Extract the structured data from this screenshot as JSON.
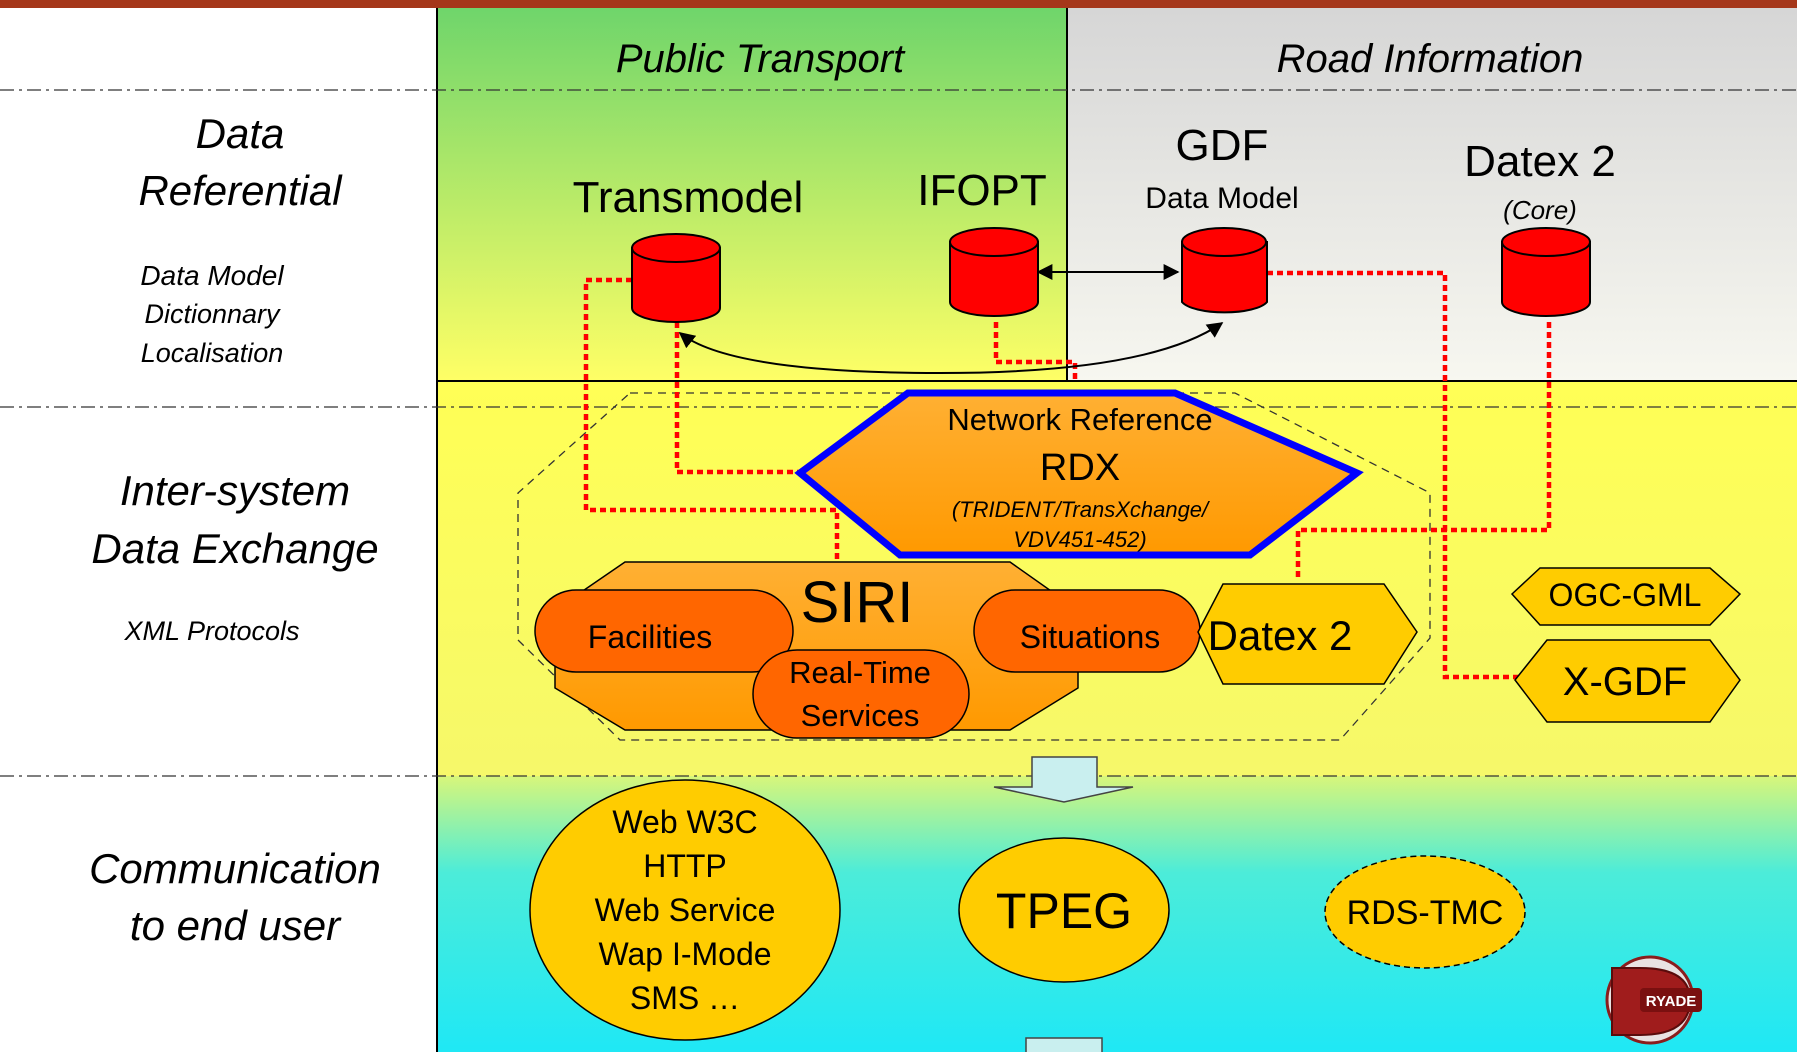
{
  "columns": {
    "public_transport": "Public Transport",
    "road_information": "Road Information"
  },
  "rows": {
    "data_referential": {
      "title_line1": "Data",
      "title_line2": "Referential",
      "sub1": "Data Model",
      "sub2": "Dictionnary",
      "sub3": "Localisation"
    },
    "intersystem": {
      "title_line1": "Inter-system",
      "title_line2": "Data Exchange",
      "sub1": "XML Protocols"
    },
    "communication": {
      "title_line1": "Communication",
      "title_line2": "to end user"
    }
  },
  "databases": {
    "transmodel": "Transmodel",
    "ifopt": "IFOPT",
    "gdf": "GDF",
    "gdf_sub": "Data Model",
    "datex2": "Datex 2",
    "datex2_sub": "(Core)"
  },
  "network_reference": {
    "line1": "Network Reference",
    "line2": "RDX",
    "line3": "(TRIDENT/TransXchange/",
    "line4": "VDV451-452)"
  },
  "siri": {
    "title": "SIRI",
    "facilities": "Facilities",
    "situations": "Situations",
    "realtime_1": "Real-Time",
    "realtime_2": "Services"
  },
  "datex2_exchange": "Datex 2",
  "ogc_gml": "OGC-GML",
  "x_gdf": "X-GDF",
  "end_user": {
    "web_lines": [
      "Web W3C",
      "HTTP",
      "Web Service",
      "Wap I-Mode",
      "SMS …"
    ],
    "tpeg": "TPEG",
    "rds_tmc": "RDS-TMC"
  },
  "logo_text": "RYADE",
  "colors": {
    "top_bar": "#a5371a",
    "green": "#76d96c",
    "yellow": "#ffff66",
    "cyan": "#22e8f4",
    "grey": "#dddddd",
    "db_red": "#ff0000",
    "orange": "#ff9900",
    "dark_orange": "#ff6600",
    "gold": "#ffcc00",
    "blue": "#0000ff",
    "link_red": "#ff0000"
  }
}
